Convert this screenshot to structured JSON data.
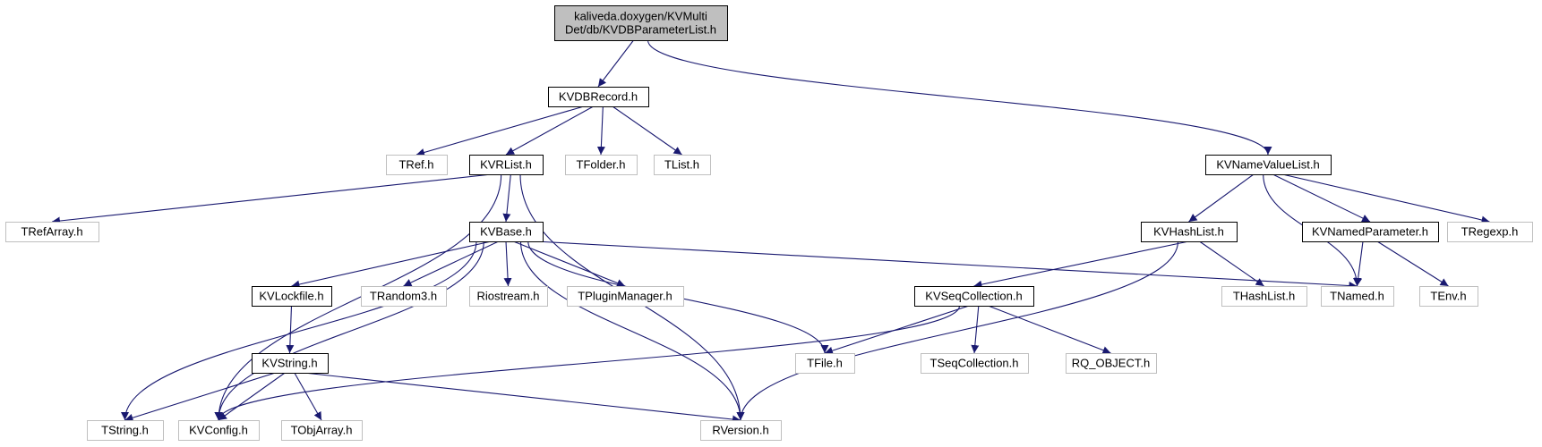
{
  "graph": {
    "colors": {
      "edge": "#191970",
      "root_fill": "#bfbfbf",
      "doc_border": "#000000",
      "ext_border": "#bfbfbf"
    },
    "nodes": [
      {
        "id": "root",
        "label": [
          "kaliveda.doxygen/KVMulti",
          "Det/db/KVDBParameterList.h"
        ],
        "kind": "root"
      },
      {
        "id": "kvdbrecord",
        "label": [
          "KVDBRecord.h"
        ],
        "kind": "doc"
      },
      {
        "id": "kvnamevaluelist",
        "label": [
          "KVNameValueList.h"
        ],
        "kind": "doc"
      },
      {
        "id": "tref",
        "label": [
          "TRef.h"
        ],
        "kind": "ext"
      },
      {
        "id": "kvrlist",
        "label": [
          "KVRList.h"
        ],
        "kind": "doc"
      },
      {
        "id": "tfolder",
        "label": [
          "TFolder.h"
        ],
        "kind": "ext"
      },
      {
        "id": "tlist",
        "label": [
          "TList.h"
        ],
        "kind": "ext"
      },
      {
        "id": "trefarray",
        "label": [
          "TRefArray.h"
        ],
        "kind": "ext"
      },
      {
        "id": "kvbase",
        "label": [
          "KVBase.h"
        ],
        "kind": "doc"
      },
      {
        "id": "kvhashlist",
        "label": [
          "KVHashList.h"
        ],
        "kind": "doc"
      },
      {
        "id": "kvnamedparameter",
        "label": [
          "KVNamedParameter.h"
        ],
        "kind": "doc"
      },
      {
        "id": "tregexp",
        "label": [
          "TRegexp.h"
        ],
        "kind": "ext"
      },
      {
        "id": "kvlockfile",
        "label": [
          "KVLockfile.h"
        ],
        "kind": "doc"
      },
      {
        "id": "trandom3",
        "label": [
          "TRandom3.h"
        ],
        "kind": "ext"
      },
      {
        "id": "riostream",
        "label": [
          "Riostream.h"
        ],
        "kind": "ext"
      },
      {
        "id": "tpluginmanager",
        "label": [
          "TPluginManager.h"
        ],
        "kind": "ext"
      },
      {
        "id": "kvseqcollection",
        "label": [
          "KVSeqCollection.h"
        ],
        "kind": "doc"
      },
      {
        "id": "thashlist",
        "label": [
          "THashList.h"
        ],
        "kind": "ext"
      },
      {
        "id": "tnamed",
        "label": [
          "TNamed.h"
        ],
        "kind": "ext"
      },
      {
        "id": "tenv",
        "label": [
          "TEnv.h"
        ],
        "kind": "ext"
      },
      {
        "id": "kvstring",
        "label": [
          "KVString.h"
        ],
        "kind": "doc"
      },
      {
        "id": "tfile",
        "label": [
          "TFile.h"
        ],
        "kind": "ext"
      },
      {
        "id": "tseqcollection",
        "label": [
          "TSeqCollection.h"
        ],
        "kind": "ext"
      },
      {
        "id": "rqobject",
        "label": [
          "RQ_OBJECT.h"
        ],
        "kind": "ext"
      },
      {
        "id": "tstring",
        "label": [
          "TString.h"
        ],
        "kind": "ext"
      },
      {
        "id": "kvconfig",
        "label": [
          "KVConfig.h"
        ],
        "kind": "ext"
      },
      {
        "id": "tobjarray",
        "label": [
          "TObjArray.h"
        ],
        "kind": "ext"
      },
      {
        "id": "rversion",
        "label": [
          "RVersion.h"
        ],
        "kind": "ext"
      }
    ],
    "edges": [
      [
        "root",
        "kvdbrecord"
      ],
      [
        "root",
        "kvnamevaluelist"
      ],
      [
        "kvdbrecord",
        "tref"
      ],
      [
        "kvdbrecord",
        "kvrlist"
      ],
      [
        "kvdbrecord",
        "tfolder"
      ],
      [
        "kvdbrecord",
        "tlist"
      ],
      [
        "kvrlist",
        "trefarray"
      ],
      [
        "kvrlist",
        "kvbase"
      ],
      [
        "kvrlist",
        "kvconfig"
      ],
      [
        "kvrlist",
        "rversion"
      ],
      [
        "kvbase",
        "kvlockfile"
      ],
      [
        "kvbase",
        "trandom3"
      ],
      [
        "kvbase",
        "riostream"
      ],
      [
        "kvbase",
        "tpluginmanager"
      ],
      [
        "kvbase",
        "tstring"
      ],
      [
        "kvbase",
        "kvconfig"
      ],
      [
        "kvbase",
        "rversion"
      ],
      [
        "kvbase",
        "tfile"
      ],
      [
        "kvbase",
        "tnamed"
      ],
      [
        "kvlockfile",
        "kvstring"
      ],
      [
        "kvstring",
        "tstring"
      ],
      [
        "kvstring",
        "kvconfig"
      ],
      [
        "kvstring",
        "tobjarray"
      ],
      [
        "kvstring",
        "rversion"
      ],
      [
        "kvnamevaluelist",
        "kvhashlist"
      ],
      [
        "kvnamevaluelist",
        "kvnamedparameter"
      ],
      [
        "kvnamevaluelist",
        "tregexp"
      ],
      [
        "kvnamevaluelist",
        "tnamed"
      ],
      [
        "kvhashlist",
        "kvseqcollection"
      ],
      [
        "kvhashlist",
        "thashlist"
      ],
      [
        "kvhashlist",
        "rversion"
      ],
      [
        "kvnamedparameter",
        "tnamed"
      ],
      [
        "kvnamedparameter",
        "tenv"
      ],
      [
        "kvseqcollection",
        "tfile"
      ],
      [
        "kvseqcollection",
        "tseqcollection"
      ],
      [
        "kvseqcollection",
        "rqobject"
      ],
      [
        "kvseqcollection",
        "kvconfig"
      ]
    ]
  }
}
